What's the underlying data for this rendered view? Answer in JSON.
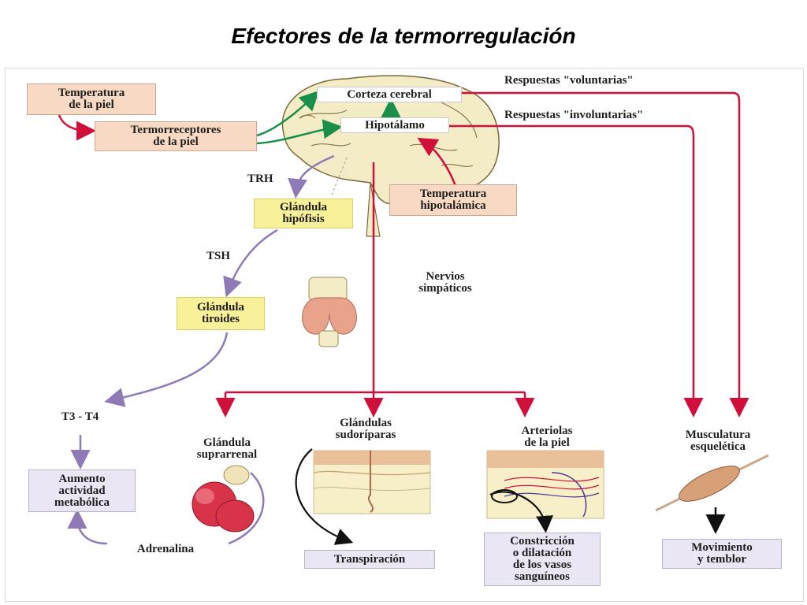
{
  "title": "Efectores  de  la  termorregulación",
  "boxes": {
    "temp_piel": "Temperatura\nde la piel",
    "termorreceptores": "Termorreceptores\nde la piel",
    "corteza": "Corteza cerebral",
    "hipotalamo": "Hipotálamo",
    "temp_hipotalamica": "Temperatura\nhipotalámica",
    "hipofisis": "Glándula\nhipófisis",
    "tiroides": "Glándula\ntiroides",
    "metabolica": "Aumento\nactividad\nmetabólica",
    "transpiracion": "Transpiración",
    "constriccion": "Constricción\no dilatación\nde los vasos\nsanguíneos",
    "movimiento": "Movimiento\ny temblor"
  },
  "labels": {
    "voluntarias": "Respuestas \"voluntarias\"",
    "involuntarias": "Respuestas \"involuntarias\"",
    "trh": "TRH",
    "tsh": "TSH",
    "nervios": "Nervios\nsimpáticos",
    "t3t4": "T3 - T4",
    "suprarrenal": "Glándula\nsuprarrenal",
    "adrenalina": "Adrenalina",
    "sudoriparas": "Glándulas\nsudoríparas",
    "arteriolas": "Arteriolas\nde la piel",
    "musculatura": "Musculatura\nesquelética"
  },
  "colors": {
    "red_arrow": "#d0103a",
    "green_arrow": "#1a8f4a",
    "purple_arrow": "#8f7ab8",
    "black_arrow": "#111111",
    "brain": "#f4ecc6",
    "skin_top": "#e9c09a",
    "skin_layer": "#f6efc7",
    "adrenal": "#d83348",
    "muscle": "#d7a077"
  }
}
